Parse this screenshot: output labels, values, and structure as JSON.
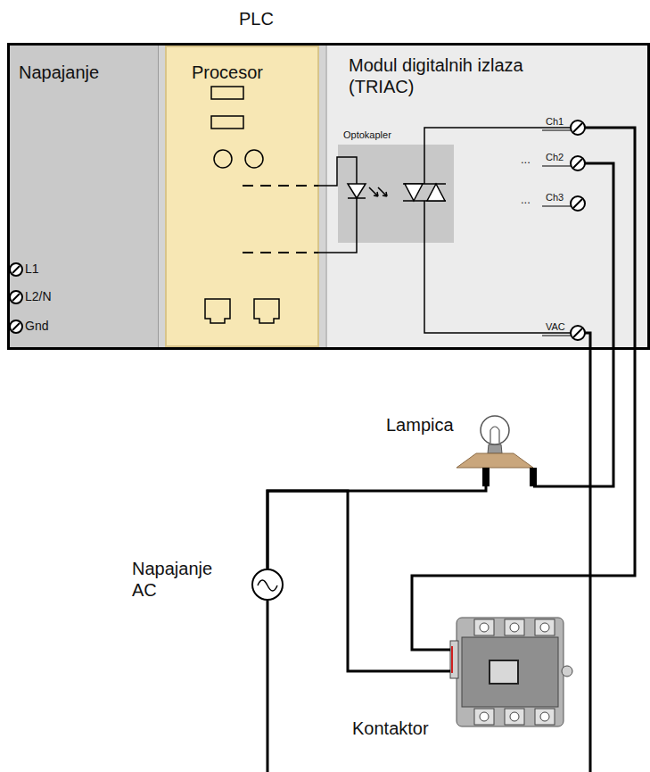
{
  "diagram": {
    "nodes": [
      {
        "text": [
          "PLC"
        ]
      },
      {
        "text": [
          "Napajanje"
        ],
        "in": 0
      },
      {
        "text": [
          "Procesor"
        ],
        "in": 0
      },
      {
        "text": [
          "Modul digitalnih izlaza (TRIAC)"
        ],
        "in": 0
      },
      {
        "text": [
          "Optokapler"
        ],
        "in": 3
      },
      {
        "text": [
          "Lampica"
        ]
      },
      {
        "text": [
          "Napajanje AC"
        ]
      },
      {
        "text": [
          "Kontaktor"
        ]
      }
    ],
    "edges": [
      {
        "from": 6,
        "to": 5,
        "arrow": "none"
      },
      {
        "from": 6,
        "to": 7,
        "arrow": "none"
      },
      {
        "from": 3,
        "to": 5,
        "arrow": "none"
      },
      {
        "from": 3,
        "to": 7,
        "arrow": "none"
      }
    ],
    "labels": [
      "L1",
      "L2/N",
      "Gnd",
      "Ch1",
      "...",
      "Ch2",
      "...",
      "Ch3",
      "VAC"
    ]
  }
}
